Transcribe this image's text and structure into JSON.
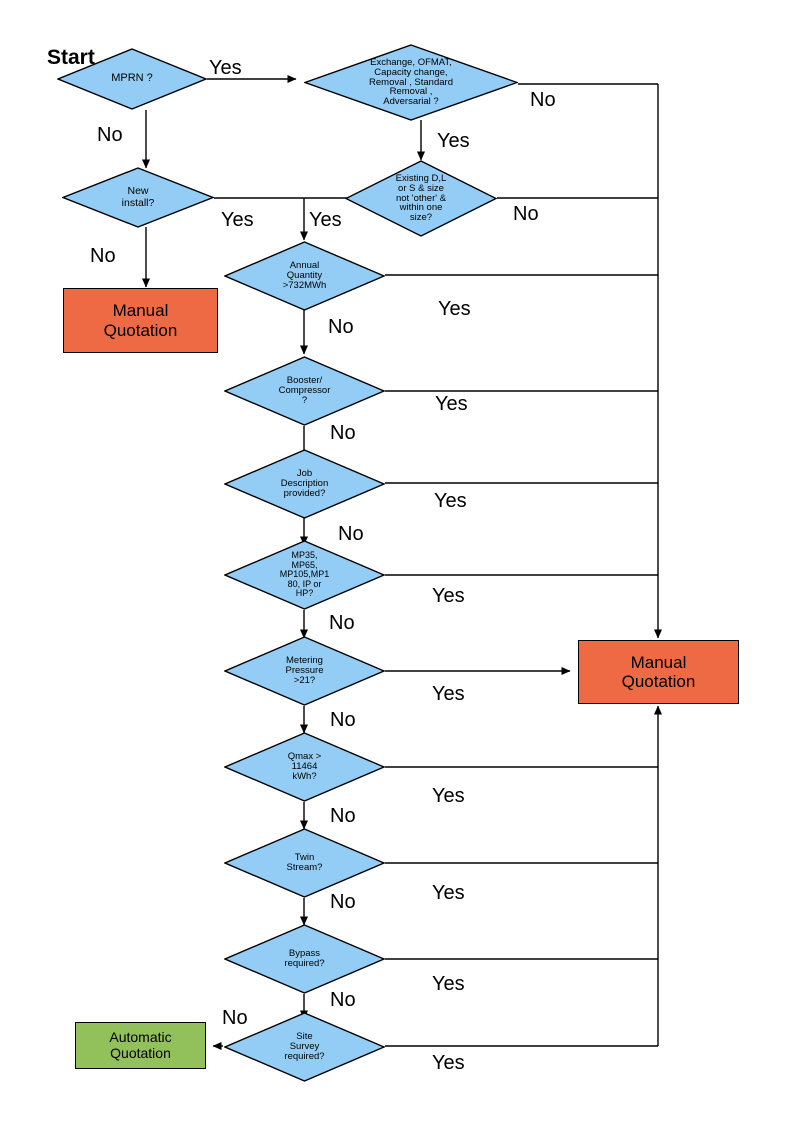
{
  "diagram": {
    "title": "Start",
    "colors": {
      "decision_fill": "#93CDF5",
      "manual_fill": "#ED6A44",
      "automatic_fill": "#92C05A",
      "stroke": "#000000",
      "background": "#FFFFFF"
    },
    "start_label": "Start",
    "decisions": [
      {
        "id": "mprn",
        "text": "MPRN ?"
      },
      {
        "id": "exchange",
        "text": "Exchange, OFMAT,\nCapacity change,\nRemoval , Standard\nRemoval ,\nAdversarial ?"
      },
      {
        "id": "newinst",
        "text": "New\ninstall?"
      },
      {
        "id": "existing",
        "text": "Existing D,L\nor S & size\nnot 'other' &\nwithin one\nsize?"
      },
      {
        "id": "annual",
        "text": "Annual\nQuantity\n>732MWh"
      },
      {
        "id": "booster",
        "text": "Booster/\nCompressor\n?"
      },
      {
        "id": "jobdesc",
        "text": "Job\nDescription\nprovided?"
      },
      {
        "id": "mpcodes",
        "text": "MP35,\nMP65,\nMP105,MP1\n80, IP or\nHP?"
      },
      {
        "id": "metering",
        "text": "Metering\nPressure\n>21?"
      },
      {
        "id": "qmax",
        "text": "Qmax >\n11464\nkWh?"
      },
      {
        "id": "twin",
        "text": "Twin\nStream?"
      },
      {
        "id": "bypass",
        "text": "Bypass\nrequired?"
      },
      {
        "id": "sitesurvey",
        "text": "Site\nSurvey\nrequired?"
      }
    ],
    "terminals": [
      {
        "id": "manual-left",
        "text": "Manual\nQuotation",
        "kind": "manual"
      },
      {
        "id": "manual-right",
        "text": "Manual\nQuotation",
        "kind": "manual"
      },
      {
        "id": "automatic",
        "text": "Automatic\nQuotation",
        "kind": "automatic"
      }
    ],
    "edge_labels": {
      "mprn_yes": "Yes",
      "mprn_no": "No",
      "exchange_no": "No",
      "exchange_yes": "Yes",
      "newinst_yes": "Yes",
      "newinst_no": "No",
      "existing_yes": "Yes",
      "existing_no": "No",
      "annual_yes": "Yes",
      "annual_no": "No",
      "booster_yes": "Yes",
      "booster_no": "No",
      "jobdesc_yes": "Yes",
      "jobdesc_no": "No",
      "mpcodes_yes": "Yes",
      "mpcodes_no": "No",
      "metering_yes": "Yes",
      "metering_no": "No",
      "qmax_yes": "Yes",
      "qmax_no": "No",
      "twin_yes": "Yes",
      "twin_no": "No",
      "bypass_yes": "Yes",
      "bypass_no": "No",
      "sitesurvey_yes": "Yes",
      "sitesurvey_no": "No"
    }
  }
}
